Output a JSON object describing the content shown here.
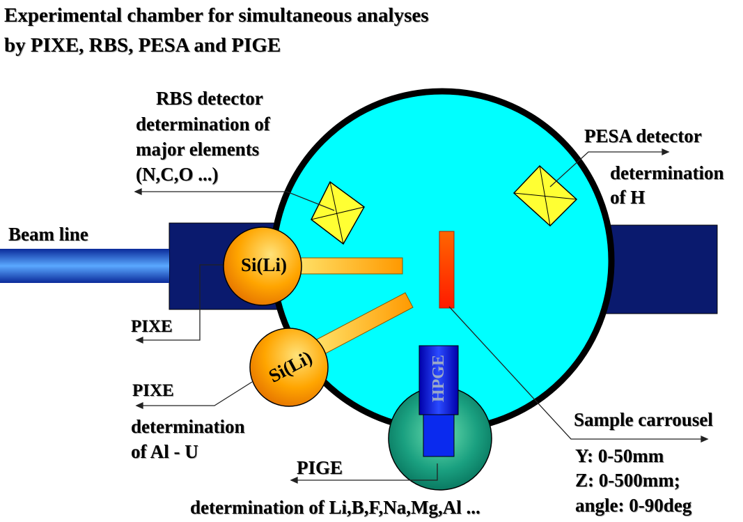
{
  "title": {
    "line1": "Experimental chamber for simultaneous analyses",
    "line2": "by PIXE, RBS, PESA and PIGE"
  },
  "labels": {
    "beam_line": "Beam line",
    "rbs_line1": "RBS detector",
    "rbs_line2": "determination of",
    "rbs_line3": "major elements",
    "rbs_line4": "(N,C,O ...)",
    "pesa_title": "PESA detector",
    "pesa_line1": "determination",
    "pesa_line2": "of H",
    "pixe_upper": "PIXE",
    "pixe_lower": "PIXE",
    "pixe_det_line1": "determination",
    "pixe_det_line2": "of  Al - U",
    "pige": "PIGE",
    "pige_det": "determination of Li,B,F,Na,Mg,Al ...",
    "sample_carrousel": "Sample carrousel",
    "y_range": "Y: 0-50mm",
    "z_range": "Z: 0-500mm;",
    "angle_range": "angle: 0-90deg",
    "sili_upper": "Si(Li)",
    "sili_lower": "Si(Li)",
    "hpge": "HPGE"
  },
  "colors": {
    "chamber_fill": "#00ffff",
    "chamber_outline": "#000000",
    "port_navy": "#0a1a6e",
    "rbs_pesa_detector": "#ffff33",
    "sili_detector": "#ffa500",
    "sample_holder": "#ff4500",
    "hpge_body": "#0000dd",
    "hpge_sphere": "#1aa080",
    "beam": "#1e6cff"
  }
}
